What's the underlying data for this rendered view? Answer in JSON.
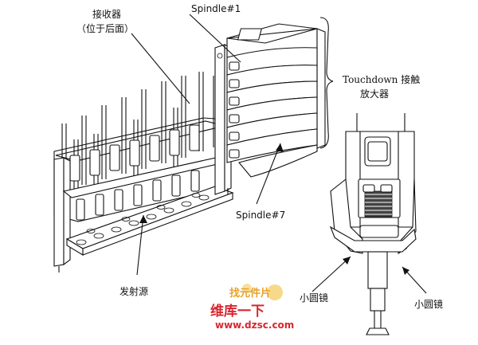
{
  "labels": {
    "receiver": "接收器",
    "receiver_note": "（位于后面）",
    "spindle1": "Spindle#1",
    "touchdown": "Touchdown 接触",
    "touchdown_2": "放大器",
    "spindle7": "Spindle#7",
    "emitter": "发射源",
    "small_mirror_1": "小圆镜",
    "small_mirror_2": "小圆镜"
  },
  "watermark": {
    "top": "找元件片",
    "brand": "维库一下",
    "url": "www.dzsc.com"
  },
  "colors": {
    "line": "#111111",
    "watermark_red": "#d8262f",
    "watermark_orange": "#e8a12a"
  }
}
